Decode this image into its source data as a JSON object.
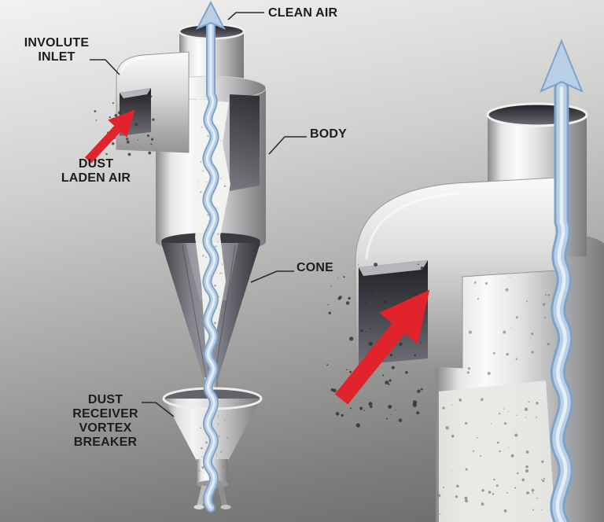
{
  "labels": {
    "clean_air": "CLEAN AIR",
    "involute_inlet": "INVOLUTE\nINLET",
    "dust_laden_air": "DUST\nLADEN AIR",
    "body": "BODY",
    "cone": "CONE",
    "dust_receiver": "DUST\nRECEIVER\nVORTEX\nBREAKER"
  },
  "colors": {
    "red_arrow": "#e1232b",
    "blue_flow": "#b9cfe6",
    "blue_flow_edge": "#7fa3c8",
    "blue_flow_highlight": "#eaf1f8",
    "label_text": "#1d1d1b",
    "leader_line": "#2b2b29",
    "background_top": "#f2f2f1",
    "background_bottom": "#696967"
  }
}
